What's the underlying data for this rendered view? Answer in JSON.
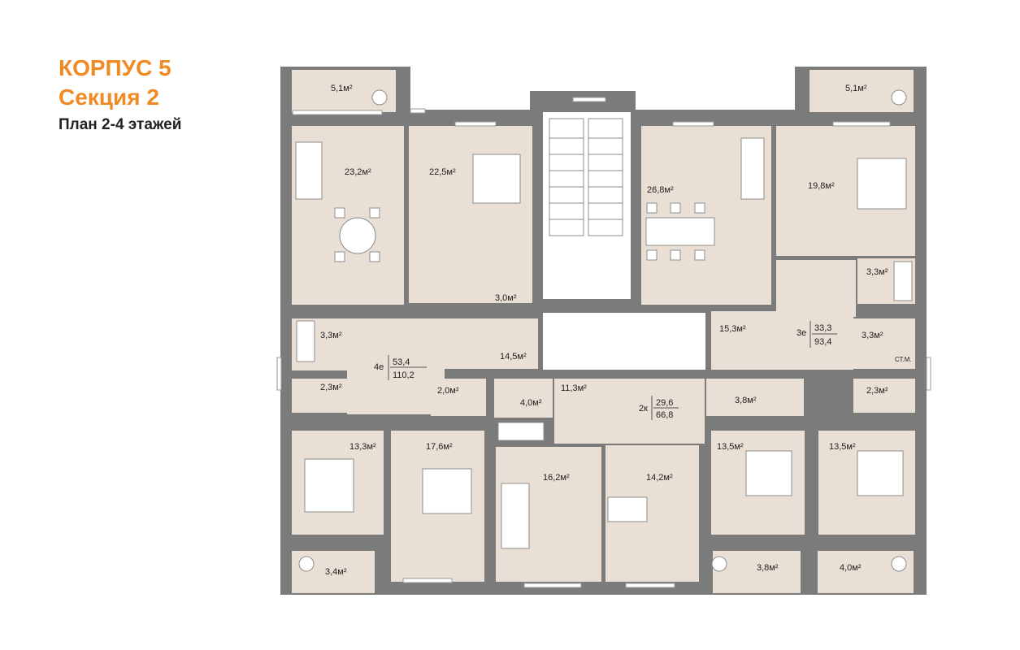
{
  "header": {
    "building": "КОРПУС 5",
    "section": "Секция 2",
    "plan": "План 2-4 этажей"
  },
  "rooms": [
    {
      "id": "balcony-tl",
      "area": "5,1м²"
    },
    {
      "id": "balcony-tr",
      "area": "5,1м²"
    },
    {
      "id": "living-4e",
      "area": "23,2м²"
    },
    {
      "id": "bedroom-4e-top",
      "area": "22,5м²"
    },
    {
      "id": "living-3e",
      "area": "26,8м²"
    },
    {
      "id": "bedroom-3e",
      "area": "19,8м²"
    },
    {
      "id": "bath-3e",
      "area": "3,3м²"
    },
    {
      "id": "storage-4e",
      "area": "3,0м²"
    },
    {
      "id": "bath-4e-left",
      "area": "3,3м²"
    },
    {
      "id": "hall-4e",
      "area": "14,5м²"
    },
    {
      "id": "hall-3e",
      "area": "15,3м²"
    },
    {
      "id": "wc-3e",
      "area": "3,3м²"
    },
    {
      "id": "wc-4e",
      "area": "2,3м²"
    },
    {
      "id": "closet-4e",
      "area": "2,0м²"
    },
    {
      "id": "bath-2k",
      "area": "4,0м²"
    },
    {
      "id": "hall-2k",
      "area": "11,3м²"
    },
    {
      "id": "closet-2k",
      "area": "3,8м²"
    },
    {
      "id": "wc-right",
      "area": "2,3м²"
    },
    {
      "id": "bedroom-4e-a",
      "area": "13,3м²"
    },
    {
      "id": "bedroom-4e-b",
      "area": "17,6м²"
    },
    {
      "id": "living-2k",
      "area": "16,2м²"
    },
    {
      "id": "kitchen-2k",
      "area": "14,2м²"
    },
    {
      "id": "bedroom-2k",
      "area": "13,5м²"
    },
    {
      "id": "bedroom-3e-b",
      "area": "13,5м²"
    },
    {
      "id": "balcony-bl",
      "area": "3,4м²"
    },
    {
      "id": "balcony-b2",
      "area": "3,8м²"
    },
    {
      "id": "balcony-br",
      "area": "4,0м²"
    }
  ],
  "apartments": [
    {
      "type": "4е",
      "living": "53,4",
      "total": "110,2"
    },
    {
      "type": "3е",
      "living": "33,3",
      "total": "93,4"
    },
    {
      "type": "2к",
      "living": "29,6",
      "total": "66,8"
    }
  ],
  "markers": {
    "storage_label": "СТ.М."
  }
}
